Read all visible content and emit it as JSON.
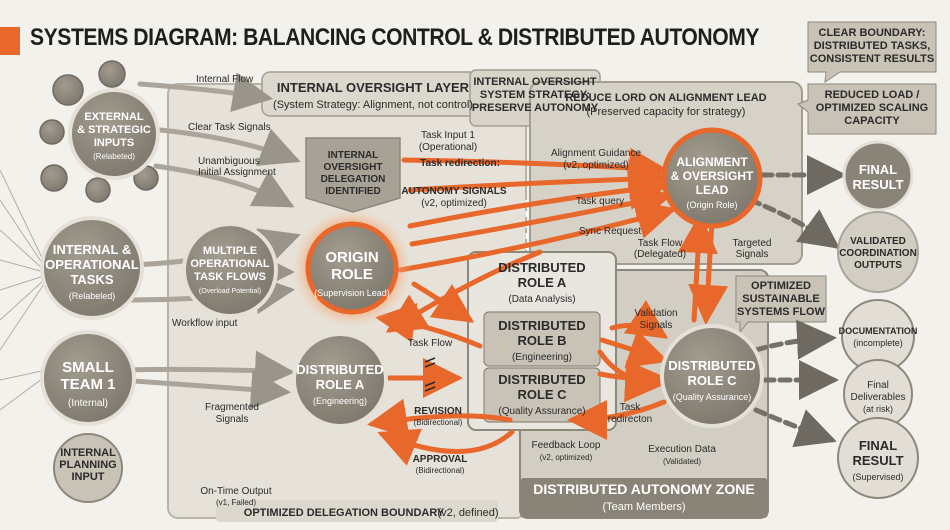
{
  "title": {
    "bold": "SYSTEMS DIAGRAM:",
    "rest": "BALANCING CONTROL & DISTRIBUTED AUTONOMY"
  },
  "callouts": {
    "clear_boundary": [
      "CLEAR BOUNDARY:",
      "DISTRIBUTED TASKS,",
      "CONSISTENT RESULTS"
    ],
    "reduced_load": [
      "REDUCED LOAD /",
      "OPTIMIZED SCALING",
      "CAPACITY"
    ],
    "optimized_sustainable": [
      "OPTIMIZED",
      "SUSTAINABLE",
      "SYSTEMS FLOW"
    ]
  },
  "regions": {
    "oversight_layer": {
      "title": "INTERNAL OVERSIGHT LAYER",
      "subtitle": "(System Strategy: Alignment, not control)"
    },
    "oversight_strategy": [
      "INTERNAL OVERSIGHT",
      "SYSTEM STRATEGY:",
      "PRESERVE AUTONOMY"
    ],
    "alignment_panel": {
      "title": "REDUCE LORD ON ALIGNMENT LEAD",
      "subtitle": "(Preserved capacity for strategy)"
    },
    "delegation_boundary": {
      "title": "OPTIMIZED DELEGATION BOUNDARY",
      "subtitle": "(v2, defined)"
    },
    "autonomy_zone": {
      "title": "DISTRIBUTED AUTONOMY ZONE",
      "subtitle": "(Team Members)"
    }
  },
  "nodes": {
    "external_inputs": [
      "EXTERNAL",
      "& STRATEGIC",
      "INPUTS",
      "(Relabeted)"
    ],
    "internal_tasks": [
      "INTERNAL &",
      "OPERATIONAL",
      "TASKS",
      "(Relabeled)"
    ],
    "small_team": [
      "SMALL",
      "TEAM 1",
      "(Internal)"
    ],
    "internal_planning": [
      "INTERNAL",
      "PLANNING",
      "INPUT"
    ],
    "delegation_identified": [
      "INTERNAL",
      "OVERSIGHT",
      "DELEGATION",
      "IDENTIFIED"
    ],
    "multiple_flows": [
      "MULTIPLE",
      "OPERATIONAL",
      "TASK FLOWS",
      "(Overload Potential)"
    ],
    "origin_role": [
      "ORIGIN",
      "ROLE",
      "(Supervision Lead)"
    ],
    "distributed_role_a_left": [
      "DISTRIBUTED",
      "ROLE A",
      "(Engineering)"
    ],
    "box_role_a": [
      "DISTRIBUTED",
      "ROLE A",
      "(Data Analysis)"
    ],
    "box_role_b": [
      "DISTRIBUTED",
      "ROLE B",
      "(Engineering)"
    ],
    "box_role_c": [
      "DISTRIBUTED",
      "ROLE C",
      "(Quality Assurance)"
    ],
    "alignment_lead": [
      "ALIGNMENT",
      "& OVERSIGHT",
      "LEAD",
      "(Origin Role)"
    ],
    "distributed_role_c_right": [
      "DISTRIBUTED",
      "ROLE C",
      "(Quality Assurance)"
    ],
    "final_result_top": [
      "FINAL",
      "RESULT"
    ],
    "validated_outputs": [
      "VALIDATED",
      "COORDINATION",
      "OUTPUTS"
    ],
    "documentation": [
      "DOCUMENTATION",
      "(incomplete)"
    ],
    "final_deliverables": [
      "Final",
      "Deliverables",
      "(at risk)"
    ],
    "final_result_bottom": [
      "FINAL",
      "RESULT",
      "(Supervised)"
    ]
  },
  "flow_labels": {
    "internal_flow": "Internal Flow",
    "clear_task_signals": "Clear Task Signals",
    "unambiguous": [
      "Unambiguous",
      "Initial Assignment"
    ],
    "task_input": [
      "Task Input 1",
      "(Operational)"
    ],
    "task_redirection": "Task redirection:",
    "autonomy_signals": [
      "AUTONOMY SIGNALS",
      "(v2, optimized)"
    ],
    "alignment_guidance": [
      "Alignment Guidance",
      "(v2, optimized)"
    ],
    "task_query": "Task query",
    "sync_request": "Sync Request",
    "task_flow_delegated": [
      "Task Flow",
      "(Delegated)"
    ],
    "targeted_signals": [
      "Targeted",
      "Signals"
    ],
    "workflow_input": "Workflow input",
    "task_flow": "Task Flow",
    "fragmented_signals": [
      "Fragmented",
      "Signals"
    ],
    "revision": [
      "REVISION",
      "(Bidirectional)"
    ],
    "approval": [
      "APPROVAL",
      "(Bidirectional)"
    ],
    "validation_signals": [
      "Validation",
      "Signals"
    ],
    "task_redirecton": [
      "Task",
      "redirecton"
    ],
    "feedback_loop": [
      "Feedback Loop",
      "(v2, optimized)"
    ],
    "execution_data": [
      "Execution Data",
      "(Validated)"
    ],
    "on_time_output": [
      "On-Time Output",
      "(v1, Failed)"
    ]
  },
  "colors": {
    "accent": "#e8672a",
    "node_fill": "#8e877b",
    "panel_fill": "#e3dfd6",
    "dark_panel": "#8a8478",
    "background": "#f3f1ec"
  }
}
